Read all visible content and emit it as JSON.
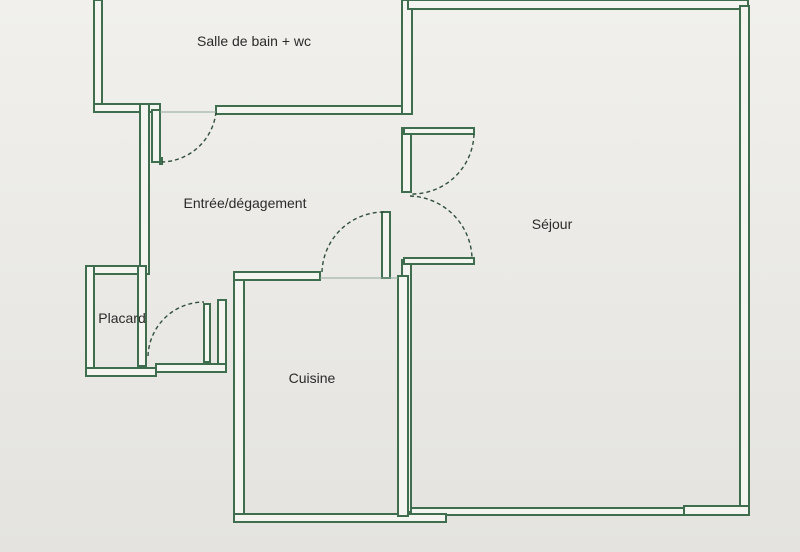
{
  "colors": {
    "wall_stroke": "#3f6e4f",
    "wall_fill": "#f4f4f1",
    "paper": "#eceae6",
    "text": "#2a2a2a"
  },
  "rooms": {
    "bathroom": {
      "label": "Salle de bain + wc"
    },
    "entry": {
      "label": "Entrée/dégagement"
    },
    "living": {
      "label": "Séjour"
    },
    "closet": {
      "label": "Placard"
    },
    "kitchen": {
      "label": "Cuisine"
    }
  }
}
